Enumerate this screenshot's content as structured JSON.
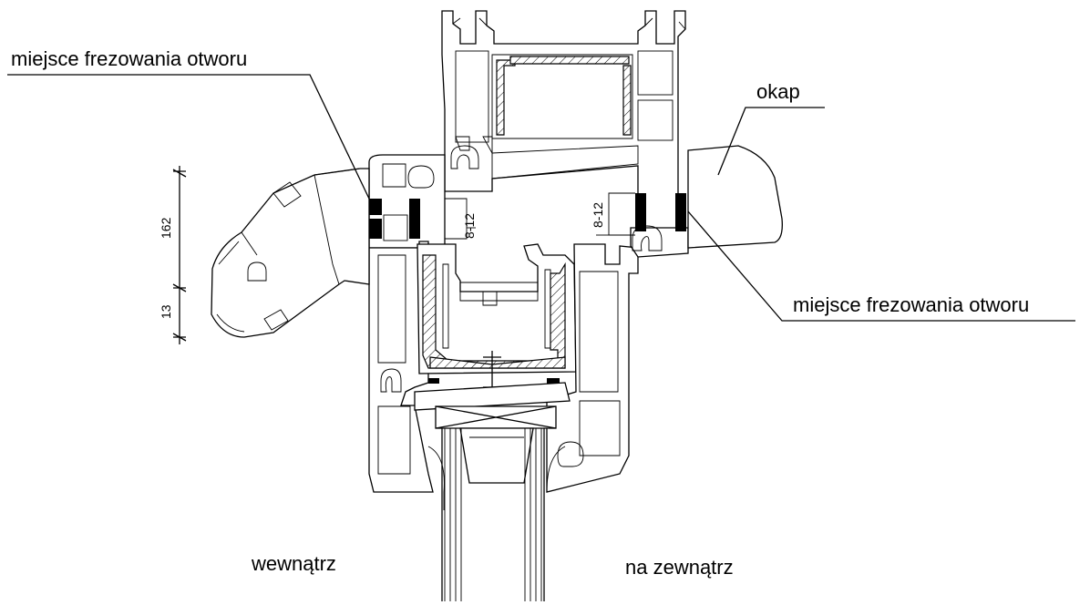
{
  "labels": {
    "milling_left": "miejsce frezowania otworu",
    "milling_right": "miejsce frezowania otworu",
    "drip_cap": "okap",
    "inside": "wewnątrz",
    "outside": "na zewnątrz"
  },
  "dimensions": {
    "vertical_upper": "162",
    "vertical_lower": "13",
    "gap_left": "8-12",
    "gap_right": "8-12"
  }
}
